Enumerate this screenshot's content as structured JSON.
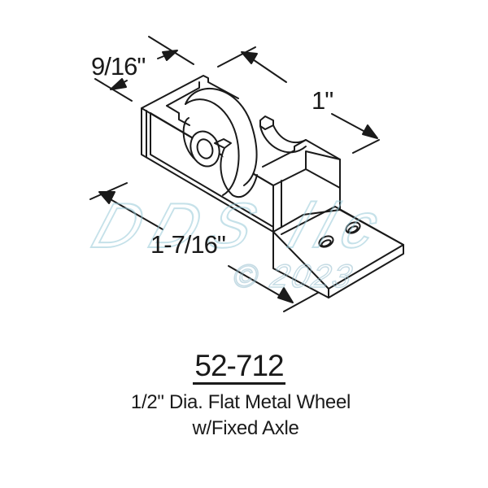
{
  "diagram": {
    "subject": "Sliding door roller assembly (isometric line drawing)",
    "dimensions": {
      "width": "9/16\"",
      "height": "1\"",
      "length": "1-7/16\""
    },
    "watermark": {
      "logo": "DDS llc",
      "copyright": "© 2023"
    },
    "colors": {
      "line": "#1a1a1a",
      "background": "#ffffff",
      "watermark": "#96c8d7"
    }
  },
  "caption": {
    "part_number": "52-712",
    "description_line_1": "1/2\" Dia. Flat Metal Wheel",
    "description_line_2": "w/Fixed Axle"
  }
}
